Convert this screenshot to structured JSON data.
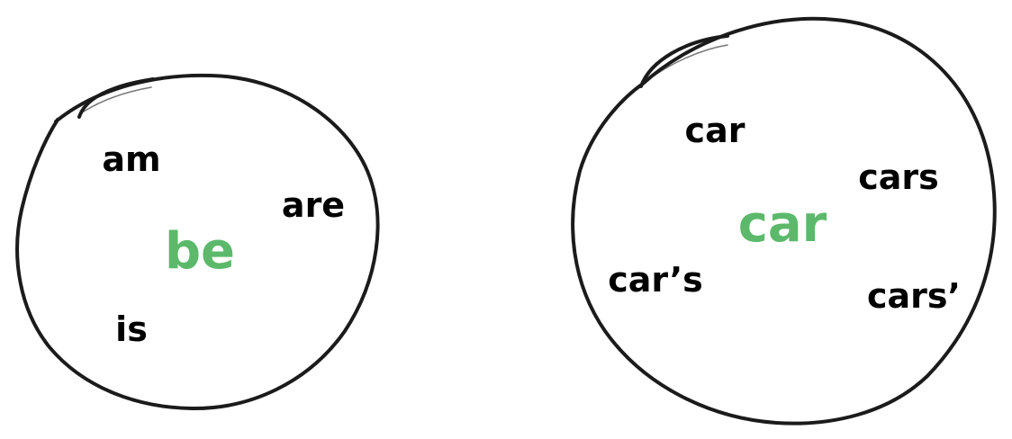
{
  "colors": {
    "text": "#000000",
    "lemma": "#5cb96b",
    "stroke": "#1b1b1b",
    "background": "#ffffff"
  },
  "groups": [
    {
      "lemma": "be",
      "forms": [
        "am",
        "are",
        "is"
      ]
    },
    {
      "lemma": "car",
      "forms": [
        "car",
        "cars",
        "car’s",
        "cars’"
      ]
    }
  ]
}
